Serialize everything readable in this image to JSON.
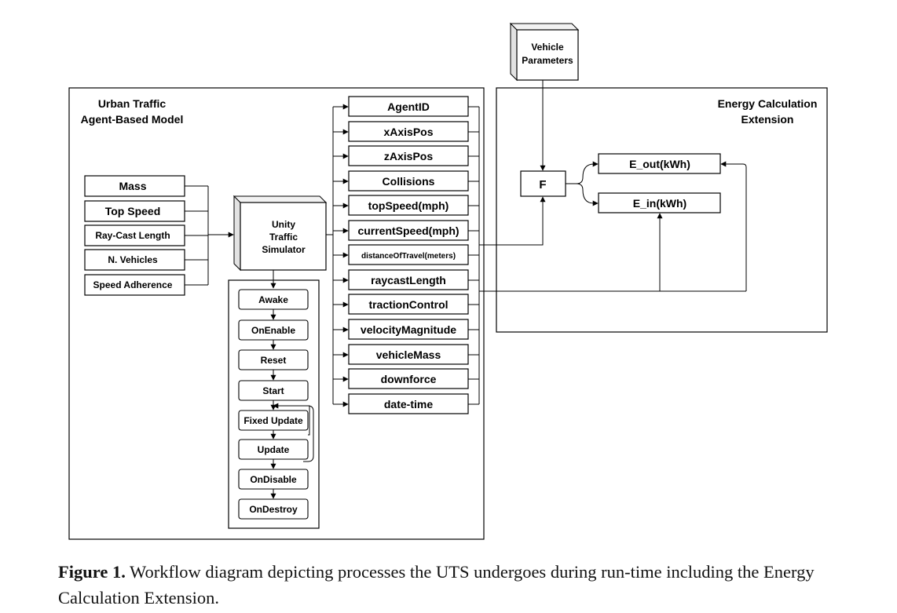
{
  "left_panel": {
    "title_lines": [
      "Urban Traffic",
      "Agent-Based Model"
    ]
  },
  "right_panel": {
    "title_lines": [
      "Energy Calculation",
      "Extension"
    ]
  },
  "vehicle_parameters": {
    "lines": [
      "Vehicle",
      "Parameters"
    ]
  },
  "unity": {
    "lines": [
      "Unity",
      "Traffic",
      "Simulator"
    ]
  },
  "inputs": [
    "Mass",
    "Top Speed",
    "Ray-Cast Length",
    "N. Vehicles",
    "Speed Adherence"
  ],
  "lifecycle": [
    "Awake",
    "OnEnable",
    "Reset",
    "Start",
    "Fixed Update",
    "Update",
    "OnDisable",
    "OnDestroy"
  ],
  "outputs": [
    "AgentID",
    "xAxisPos",
    "zAxisPos",
    "Collisions",
    "topSpeed(mph)",
    "currentSpeed(mph)",
    "distanceOfTravel(meters)",
    "raycastLength",
    "tractionControl",
    "velocityMagnitude",
    "vehicleMass",
    "downforce",
    "date-time"
  ],
  "function_label": "F",
  "energy_outputs": [
    "E_out(kWh)",
    "E_in(kWh)"
  ],
  "caption": {
    "label": "Figure 1.",
    "text": "Workflow diagram depicting processes the UTS undergoes during run-time including the Energy Calculation Extension."
  }
}
